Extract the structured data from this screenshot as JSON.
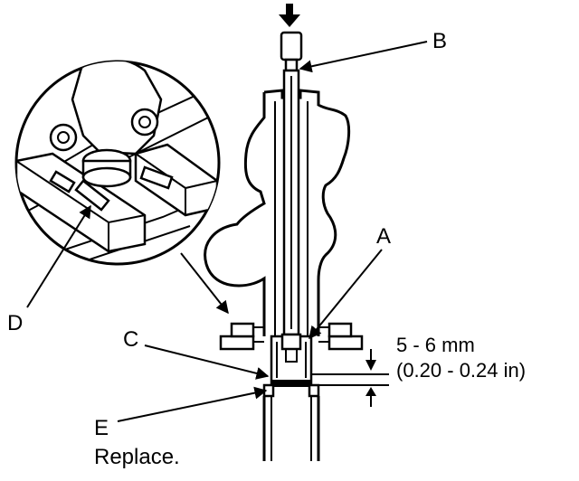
{
  "callouts": {
    "a": "A",
    "b": "B",
    "c": "C",
    "d": "D",
    "e": "E"
  },
  "note_e": "Replace.",
  "dimension": {
    "line1": "5 - 6 mm",
    "line2": "(0.20 - 0.24 in)"
  },
  "colors": {
    "ink": "#000000",
    "paper": "#ffffff"
  }
}
